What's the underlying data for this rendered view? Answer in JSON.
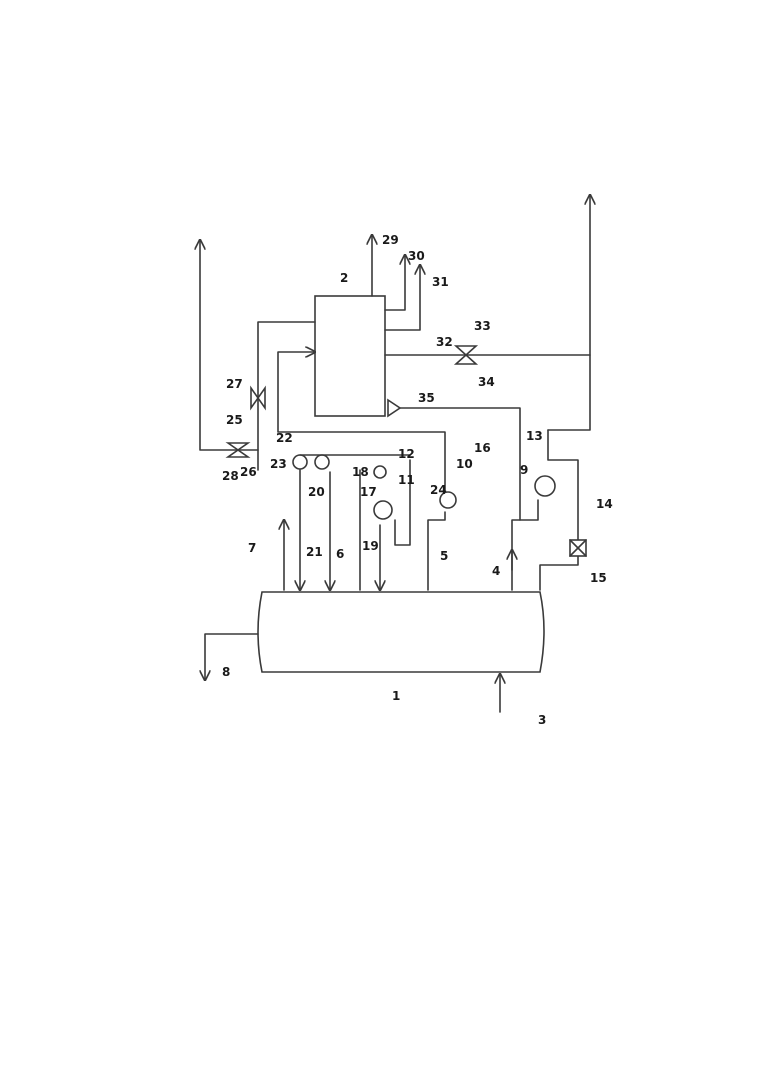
{
  "diagram": {
    "labels": {
      "l1": "1",
      "l2": "2",
      "l3": "3",
      "l4": "4",
      "l5": "5",
      "l6": "6",
      "l7": "7",
      "l8": "8",
      "l9": "9",
      "l10": "10",
      "l11": "11",
      "l12": "12",
      "l13": "13",
      "l14": "14",
      "l15": "15",
      "l16": "16",
      "l17": "17",
      "l18": "18",
      "l19": "19",
      "l20": "20",
      "l21": "21",
      "l22": "22",
      "l23": "23",
      "l24": "24",
      "l25": "25",
      "l26": "26",
      "l27": "27",
      "l28": "28",
      "l29": "29",
      "l30": "30",
      "l31": "31",
      "l32": "32",
      "l33": "33",
      "l34": "34",
      "l35": "35"
    },
    "colors": {
      "stroke": "#3a3a3a",
      "text": "#1a1a1a",
      "background": "#ffffff"
    }
  }
}
